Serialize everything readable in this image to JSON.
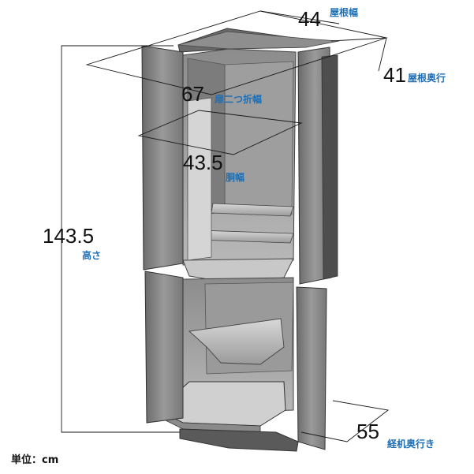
{
  "dimensions": {
    "roof_width": {
      "value": "44",
      "label": "屋根幅"
    },
    "roof_depth": {
      "value": "41",
      "label": "屋根奥行"
    },
    "door_fold": {
      "value": "67",
      "label": "扉二つ折幅"
    },
    "body_width": {
      "value": "43.5",
      "label": "胴幅"
    },
    "height": {
      "value": "143.5",
      "label": "高さ"
    },
    "base_depth": {
      "value": "55",
      "label": "経机奥行き"
    }
  },
  "unit_note": "単位：cm",
  "colors": {
    "cabinet_dark": "#5e5e5e",
    "cabinet_mid": "#8a8a8a",
    "cabinet_light": "#c4c4c4",
    "interior": "#a9a9a9",
    "label_blue": "#1f6fb5",
    "dimension_line": "#1a1a1a"
  }
}
